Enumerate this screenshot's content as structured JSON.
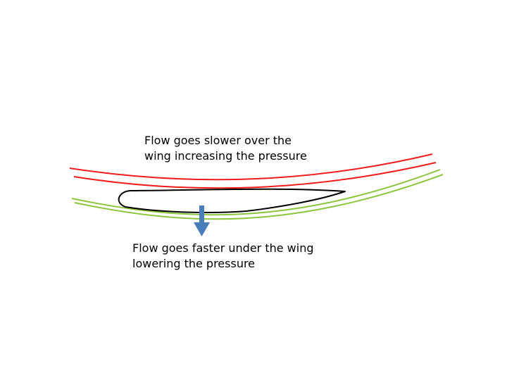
{
  "captions": {
    "over_wing": {
      "line1": "Flow goes slower over the",
      "line2": "wing increasing the pressure"
    },
    "under_wing": {
      "line1": "Flow goes faster under the wing",
      "line2": "lowering the pressure"
    }
  },
  "colors": {
    "upper_streamlines": "#ee1c1c",
    "lower_streamlines": "#8cc63e",
    "airfoil_outline": "#000000",
    "force_arrow": "#4a7ebb"
  },
  "icons": {
    "force_arrow": "down-arrow-icon"
  }
}
